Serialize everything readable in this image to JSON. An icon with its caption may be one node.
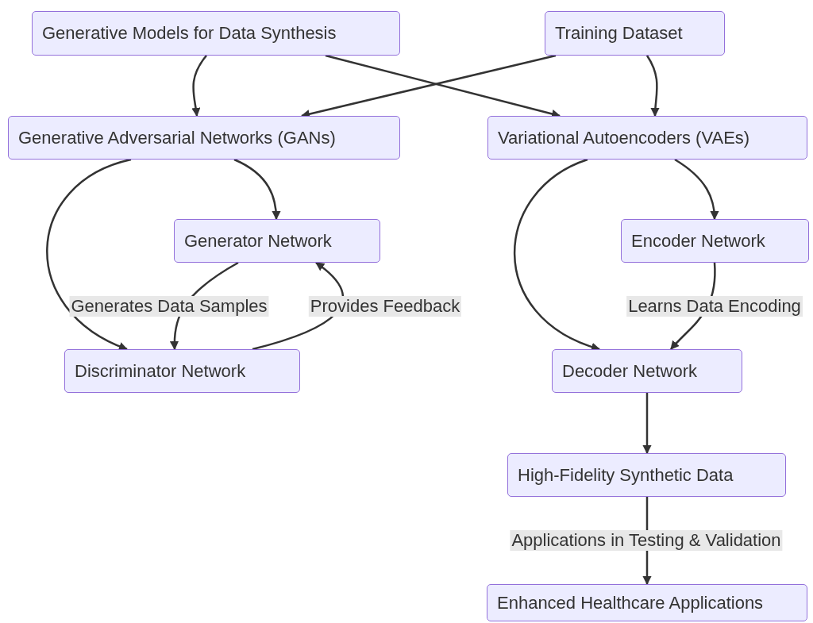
{
  "diagram": {
    "nodes": [
      {
        "text": [
          "Generative Models for Data Synthesis"
        ]
      },
      {
        "text": [
          "Training Dataset"
        ]
      },
      {
        "text": [
          "Generative Adversarial Networks (GANs)"
        ]
      },
      {
        "text": [
          "Variational Autoencoders (VAEs)"
        ]
      },
      {
        "text": [
          "Generator Network"
        ]
      },
      {
        "text": [
          "Encoder Network"
        ]
      },
      {
        "text": [
          "Discriminator Network"
        ]
      },
      {
        "text": [
          "Decoder Network"
        ]
      },
      {
        "text": [
          "High-Fidelity Synthetic Data"
        ]
      },
      {
        "text": [
          "Enhanced Healthcare Applications"
        ]
      }
    ],
    "edges": [
      {
        "from": 0,
        "to": 2,
        "arrow": "to"
      },
      {
        "from": 0,
        "to": 3,
        "arrow": "to"
      },
      {
        "from": 1,
        "to": 2,
        "arrow": "to"
      },
      {
        "from": 1,
        "to": 3,
        "arrow": "to"
      },
      {
        "from": 2,
        "to": 6,
        "arrow": "to"
      },
      {
        "from": 2,
        "to": 4,
        "arrow": "to"
      },
      {
        "from": 4,
        "to": 6,
        "arrow": "to",
        "label": "Generates Data Samples"
      },
      {
        "from": 6,
        "to": 4,
        "arrow": "to",
        "label": "Provides Feedback"
      },
      {
        "from": 3,
        "to": 7,
        "arrow": "to"
      },
      {
        "from": 3,
        "to": 5,
        "arrow": "to"
      },
      {
        "from": 5,
        "to": 7,
        "arrow": "to",
        "label": "Learns Data Encoding"
      },
      {
        "from": 7,
        "to": 8,
        "arrow": "to"
      },
      {
        "from": 8,
        "to": 9,
        "arrow": "to",
        "label": "Applications in Testing & Validation"
      }
    ]
  }
}
